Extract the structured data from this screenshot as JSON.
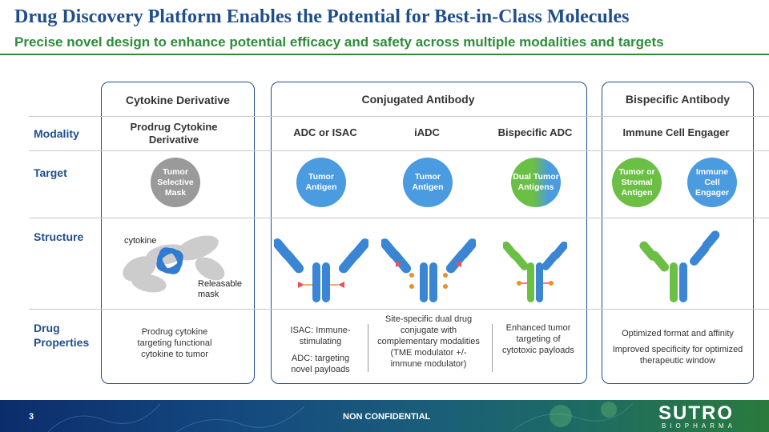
{
  "header": {
    "title": "Drug Discovery Platform Enables the Potential for Best-in-Class Molecules",
    "subtitle": "Precise novel design to enhance potential efficacy and safety across multiple modalities and targets"
  },
  "groups": {
    "cytokine": "Cytokine Derivative",
    "conjugated": "Conjugated Antibody",
    "bispecific": "Bispecific Antibody"
  },
  "row_labels": {
    "modality": "Modality",
    "target": "Target",
    "structure": "Structure",
    "properties": "Drug Properties"
  },
  "modality": {
    "prodrug": "Prodrug Cytokine Derivative",
    "adc_isac": "ADC or ISAC",
    "iadc": "iADC",
    "bispecific_adc": "Bispecific ADC",
    "immune_cell_engager": "Immune Cell Engager"
  },
  "targets": {
    "tumor_selective_mask": "Tumor Selective Mask",
    "tumor_antigen_1": "Tumor Antigen",
    "tumor_antigen_2": "Tumor Antigen",
    "dual_tumor_antigens": "Dual Tumor Antigens",
    "tumor_or_stromal": "Tumor or Stromal Antigen",
    "immune_cell_engager": "Immune Cell Engager"
  },
  "structure_labels": {
    "cytokine": "cytokine",
    "mask": "Releasable mask"
  },
  "properties": {
    "prodrug": "Prodrug cytokine targeting functional cytokine to tumor",
    "isac": "ISAC: Immune-stimulating",
    "adc": "ADC: targeting novel payloads",
    "iadc": "Site-specific dual drug conjugate with complementary modalities (TME modulator +/- immune modulator)",
    "bispecific_adc": "Enhanced tumor targeting of cytotoxic payloads",
    "bispecific_format": "Optimized format and affinity",
    "bispecific_specificity": "Improved specificity for optimized therapeutic window"
  },
  "footer": {
    "page_number": "3",
    "confidential": "NON CONFIDENTIAL",
    "logo_word": "SUTRO",
    "logo_sub": "BIOPHARMA"
  },
  "colors": {
    "title_blue": "#1f4e8c",
    "subtitle_green": "#2e8b3a",
    "antibody_blue": "#3a86d4",
    "antibody_green": "#6cbf45",
    "payload_red": "#e8505b",
    "payload_orange": "#f28c28"
  }
}
